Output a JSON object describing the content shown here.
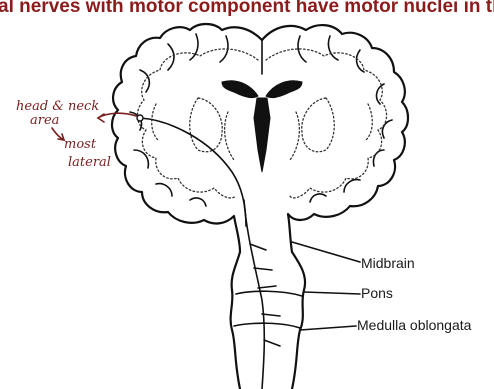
{
  "banner": {
    "text": "al nerves with motor component have motor nuclei in the br"
  },
  "labels": {
    "midbrain": "Midbrain",
    "pons": "Pons",
    "medulla": "Medulla oblongata"
  },
  "annotation": {
    "line1": "head & neck",
    "line2": "area",
    "line3": "most",
    "line4": "lateral"
  },
  "colors": {
    "annotation": "#7a1f1f",
    "outline": "#111111"
  }
}
